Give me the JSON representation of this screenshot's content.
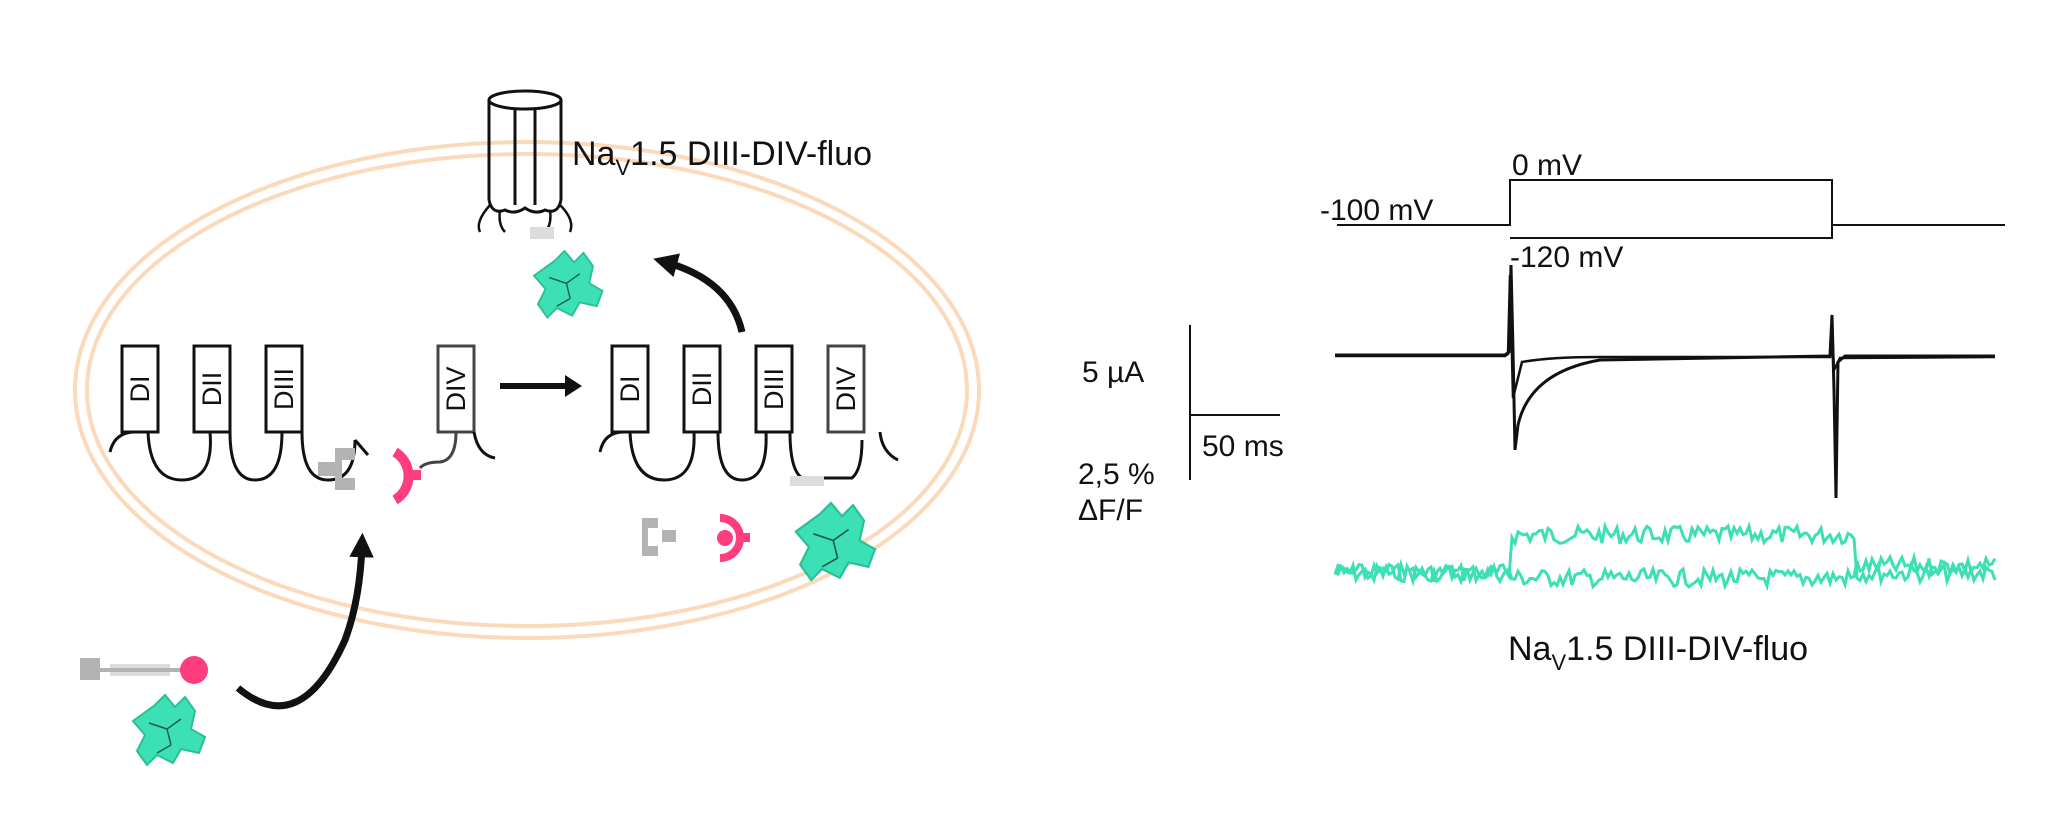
{
  "title_top": {
    "main": "Na",
    "sub": "V",
    "rest": "1.5 DIII-DIV-fluo"
  },
  "title_bottom": {
    "main": "Na",
    "sub": "V",
    "rest": "1.5 DIII-DIV-fluo"
  },
  "domains_left": [
    "DI",
    "DII",
    "DIII",
    "DIV"
  ],
  "domains_right": [
    "DI",
    "DII",
    "DIII",
    "DIV"
  ],
  "voltage_protocol": {
    "hold": "-100 mV",
    "step": "0 mV",
    "post": "-120 mV"
  },
  "scale_bar": {
    "current": "5 µA",
    "time": "50 ms",
    "fluor_line1": "2,5 %",
    "fluor_line2": "ΔF/F"
  },
  "colors": {
    "fluor": "#3de0b5",
    "split_part": "#ff3d7f",
    "split_other": "#b3b3b3",
    "membrane": "#fbd9bb",
    "ink": "#111111"
  }
}
